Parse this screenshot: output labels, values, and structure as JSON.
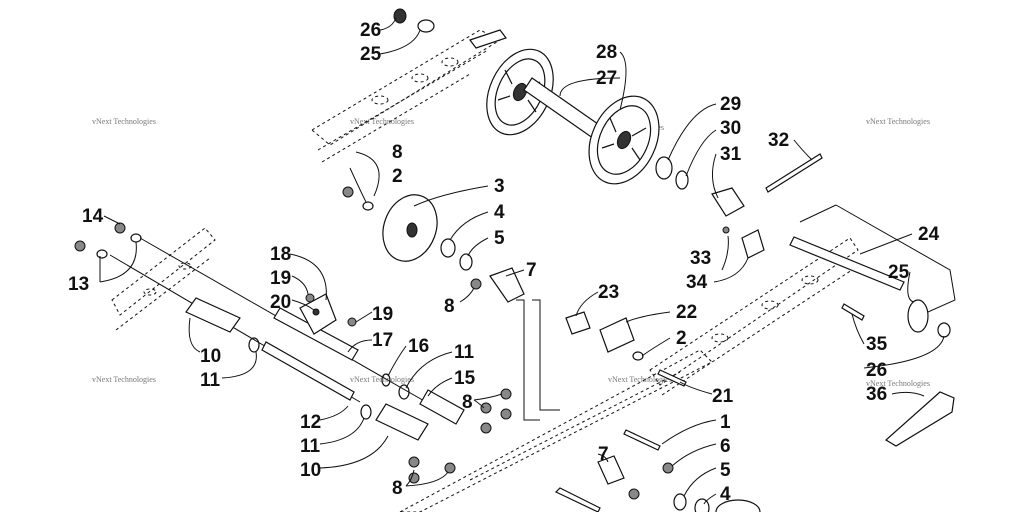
{
  "watermark": "vNext Technologies",
  "callouts": {
    "c26a": "26",
    "c25a": "25",
    "c28": "28",
    "c27": "27",
    "c29": "29",
    "c30": "30",
    "c31": "31",
    "c32": "32",
    "c24": "24",
    "c25b": "25",
    "c8a": "8",
    "c2a": "2",
    "c3": "3",
    "c4a": "4",
    "c5a": "5",
    "c7a": "7",
    "c8b": "8",
    "c14": "14",
    "c13": "13",
    "c18": "18",
    "c19a": "19",
    "c20": "20",
    "c19b": "19",
    "c17": "17",
    "c10a": "10",
    "c11a": "11",
    "c16": "16",
    "c11b": "11",
    "c15": "15",
    "c12": "12",
    "c11c": "11",
    "c10b": "10",
    "c8c": "8",
    "c8d": "8",
    "c23": "23",
    "c22": "22",
    "c2b": "2",
    "c21": "21",
    "c33": "33",
    "c34": "34",
    "c35": "35",
    "c26b": "26",
    "c36": "36",
    "c1": "1",
    "c6": "6",
    "c7b": "7",
    "c5b": "5",
    "c4b": "4"
  }
}
